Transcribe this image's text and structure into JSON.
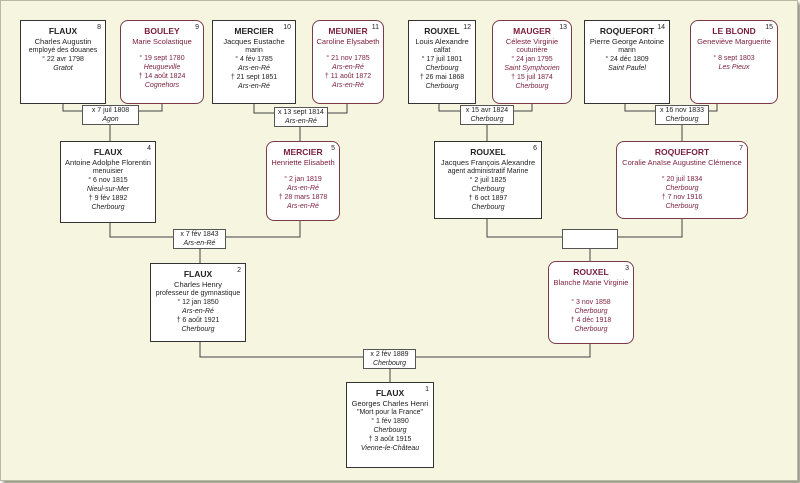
{
  "persons": [
    {
      "num": "8",
      "surname": "FLAUX",
      "given": "Charles Augustin",
      "occupation": "employé des douanes",
      "birth": "° 22 avr 1798",
      "birth_place": "Gratot",
      "death": "",
      "death_place": ""
    },
    {
      "num": "9",
      "surname": "BOULEY",
      "given": "Marie Scolastique",
      "occupation": "",
      "birth": "° 19 sept 1780",
      "birth_place": "Heugueville",
      "death": "† 14 août 1824",
      "death_place": "Cognehors"
    },
    {
      "num": "10",
      "surname": "MERCIER",
      "given": "Jacques Eustache",
      "occupation": "marin",
      "birth": "° 4 fév 1785",
      "birth_place": "Ars-en-Ré",
      "death": "† 21 sept 1851",
      "death_place": "Ars-en-Ré"
    },
    {
      "num": "11",
      "surname": "MEUNIER",
      "given": "Caroline Elysabeth",
      "occupation": "",
      "birth": "° 21 nov 1785",
      "birth_place": "Ars-en-Ré",
      "death": "† 11 août 1872",
      "death_place": "Ars-en-Ré"
    },
    {
      "num": "12",
      "surname": "ROUXEL",
      "given": "Louis Alexandre",
      "occupation": "calfat",
      "birth": "° 17 juil 1801",
      "birth_place": "Cherbourg",
      "death": "† 26 mai 1868",
      "death_place": "Cherbourg"
    },
    {
      "num": "13",
      "surname": "MAUGER",
      "given": "Céleste Virginie",
      "occupation": "couturière",
      "birth": "° 24 jan 1795",
      "birth_place": "Saint Symphorien",
      "death": "† 15 juil 1874",
      "death_place": "Cherbourg"
    },
    {
      "num": "14",
      "surname": "ROQUEFORT",
      "given": "Pierre George Antoine",
      "occupation": "marin",
      "birth": "° 24 déc 1809",
      "birth_place": "Saint Paufel",
      "death": "",
      "death_place": ""
    },
    {
      "num": "15",
      "surname": "LE BLOND",
      "given": "Geneviève Marguerite",
      "occupation": "",
      "birth": "° 8 sept 1803",
      "birth_place": "Les Pieux",
      "death": "",
      "death_place": ""
    },
    {
      "num": "4",
      "surname": "FLAUX",
      "given": "Antoine Adolphe Florentin",
      "occupation": "menuisier",
      "birth": "° 6 nov 1815",
      "birth_place": "Nieul-sur-Mer",
      "death": "† 9 fév 1892",
      "death_place": "Cherbourg"
    },
    {
      "num": "5",
      "surname": "MERCIER",
      "given": "Henriette Elisabeth",
      "occupation": "",
      "birth": "° 2 jan 1819",
      "birth_place": "Ars-en-Ré",
      "death": "† 28 mars 1878",
      "death_place": "Ars-en-Ré"
    },
    {
      "num": "6",
      "surname": "ROUXEL",
      "given": "Jacques François Alexandre",
      "occupation": "agent administratif Marine",
      "birth": "° 2 juil 1825",
      "birth_place": "Cherbourg",
      "death": "† 6 oct 1897",
      "death_place": "Cherbourg"
    },
    {
      "num": "7",
      "surname": "ROQUEFORT",
      "given": "Coralie Anaïse Augustine Clémence",
      "occupation": "",
      "birth": "° 20 juil 1834",
      "birth_place": "Cherbourg",
      "death": "† 7 nov 1916",
      "death_place": "Cherbourg"
    },
    {
      "num": "2",
      "surname": "FLAUX",
      "given": "Charles Henry",
      "occupation": "professeur de gymnastique",
      "birth": "° 12 jan 1850",
      "birth_place": "Ars-en-Ré",
      "death": "† 6 août 1921",
      "death_place": "Cherbourg"
    },
    {
      "num": "3",
      "surname": "ROUXEL",
      "given": "Blanche Marie Virginie",
      "occupation": "",
      "birth": "° 3 nov 1858",
      "birth_place": "Cherbourg",
      "death": "† 4 déc 1918",
      "death_place": "Cherbourg"
    },
    {
      "num": "1",
      "surname": "FLAUX",
      "given": "Georges Charles Henri",
      "occupation": "\"Mort pour la France\"",
      "birth": "° 1 fév 1890",
      "birth_place": "Cherbourg",
      "death": "† 3 août 1915",
      "death_place": "Vienne-le-Château"
    }
  ],
  "marriages": [
    {
      "date": "x 7 juil 1808",
      "place": "Agon"
    },
    {
      "date": "x 13 sept 1814",
      "place": "Ars-en-Ré"
    },
    {
      "date": "x 15 avr 1824",
      "place": "Cherbourg"
    },
    {
      "date": "x 16 nov 1833",
      "place": "Cherbourg"
    },
    {
      "date": "x 7 fév 1843",
      "place": "Ars-en-Ré"
    },
    {
      "date": "",
      "place": ""
    },
    {
      "date": "x 2 fév 1889",
      "place": "Cherbourg"
    }
  ]
}
